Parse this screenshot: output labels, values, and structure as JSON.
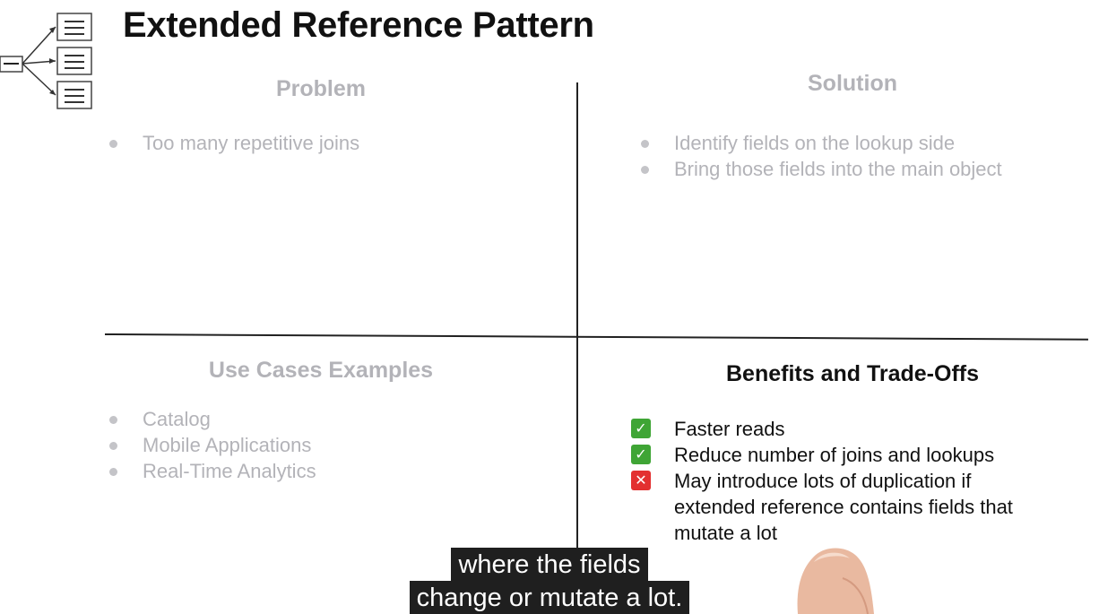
{
  "slide": {
    "title": "Extended Reference Pattern"
  },
  "quadrants": {
    "problem": {
      "heading": "Problem",
      "bullets": [
        "Too many repetitive joins"
      ]
    },
    "solution": {
      "heading": "Solution",
      "bullets": [
        "Identify fields on the lookup side",
        "Bring those fields into the main object"
      ]
    },
    "use_cases": {
      "heading": "Use Cases Examples",
      "bullets": [
        "Catalog",
        "Mobile Applications",
        "Real-Time Analytics"
      ]
    },
    "benefits": {
      "heading": "Benefits and Trade-Offs",
      "items": [
        {
          "text": "Faster reads",
          "status": "pro",
          "icon": "check-icon"
        },
        {
          "text": "Reduce number of joins and lookups",
          "status": "pro",
          "icon": "check-icon"
        },
        {
          "text": "May introduce lots of duplication if extended reference contains fields that mutate a lot",
          "status": "con",
          "icon": "cross-icon"
        }
      ]
    }
  },
  "caption": {
    "line1": "where the fields",
    "line2": "change or mutate a lot."
  },
  "colors": {
    "pro": "#3fa535",
    "con": "#e33030",
    "dimmed_text": "#b3b3b8",
    "active_text": "#111111",
    "caption_bg": "#1f1f1f"
  }
}
